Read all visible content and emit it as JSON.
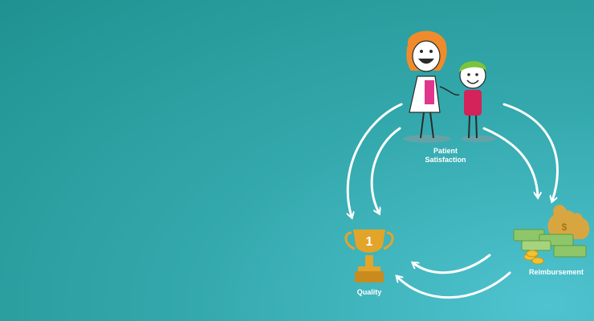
{
  "diagram": {
    "nodes": [
      {
        "id": "patient-satisfaction",
        "label": "Patient\nSatisfaction",
        "icon": "doctor-and-patient-icon"
      },
      {
        "id": "reimbursement",
        "label": "Reimbursement",
        "icon": "money-stacks-icon"
      },
      {
        "id": "quality",
        "label": "Quality",
        "icon": "trophy-icon",
        "trophy_number": "1"
      }
    ],
    "colors": {
      "background_dark": "#1f9190",
      "background_light": "#4fc3cf",
      "arrow": "#ffffff",
      "trophy": "#e3a42a",
      "money": "#8fc66a",
      "coin": "#f2c230"
    }
  }
}
